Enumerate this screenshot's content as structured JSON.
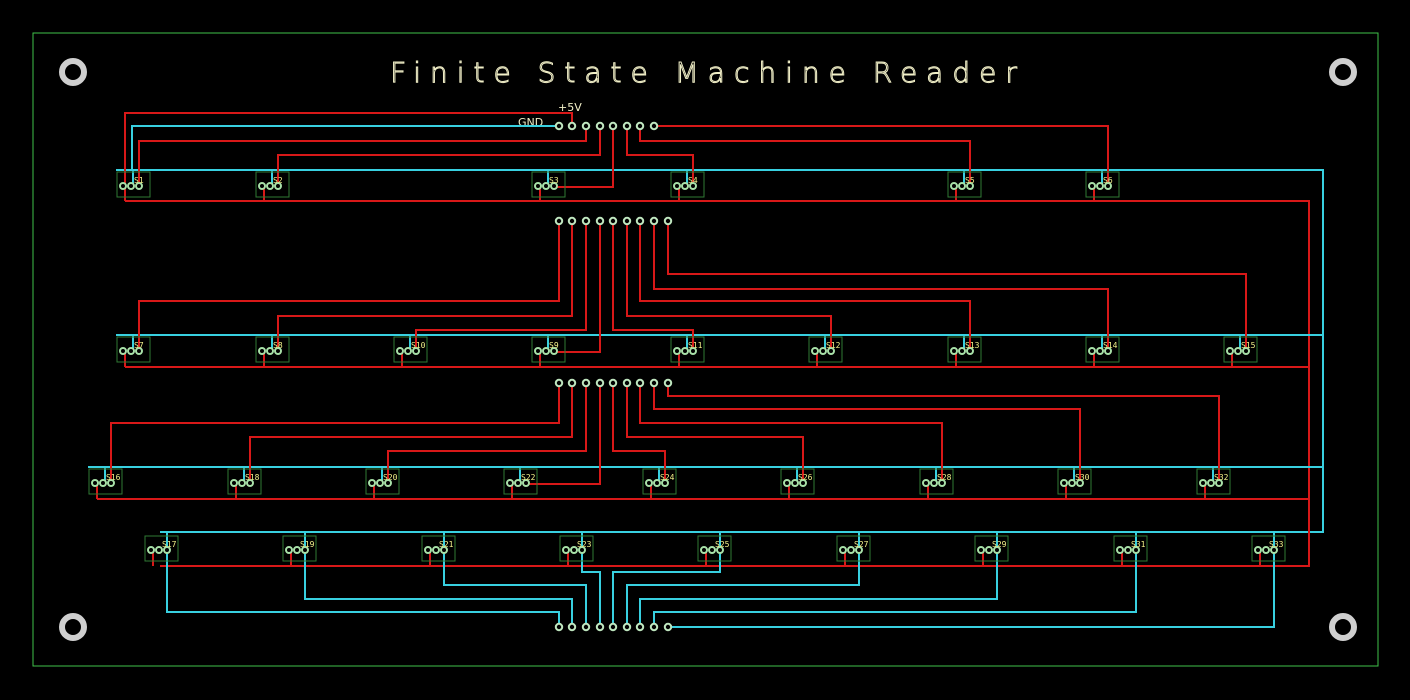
{
  "board": {
    "title": "Finite State Machine Reader",
    "power_label": "+5V",
    "ground_label": "GND",
    "colors": {
      "background": "#000000",
      "outline": "#3fc24a",
      "top_copper": "#d81818",
      "bottom_copper": "#38d0e0",
      "silkscreen": "#f2f08a",
      "pad": "#a8e0a8"
    }
  },
  "headers": [
    {
      "name": "power-header",
      "pins": 8
    },
    {
      "name": "row2-header",
      "pins": 9
    },
    {
      "name": "row3-header",
      "pins": 9
    },
    {
      "name": "bottom-header",
      "pins": 9
    }
  ],
  "rows": [
    {
      "name": "row-1",
      "switches": [
        "S1",
        "S2",
        "S3",
        "S4",
        "S5",
        "S6"
      ]
    },
    {
      "name": "row-2",
      "switches": [
        "S7",
        "S8",
        "S10",
        "S9",
        "S11",
        "S12",
        "S13",
        "S14",
        "S15"
      ]
    },
    {
      "name": "row-3",
      "switches": [
        "S16",
        "S18",
        "S20",
        "S22",
        "S24",
        "S26",
        "S28",
        "S30",
        "S32"
      ]
    },
    {
      "name": "row-4",
      "switches": [
        "S17",
        "S19",
        "S21",
        "S23",
        "S25",
        "S27",
        "S29",
        "S31",
        "S33"
      ]
    }
  ],
  "mounting_holes": 4
}
